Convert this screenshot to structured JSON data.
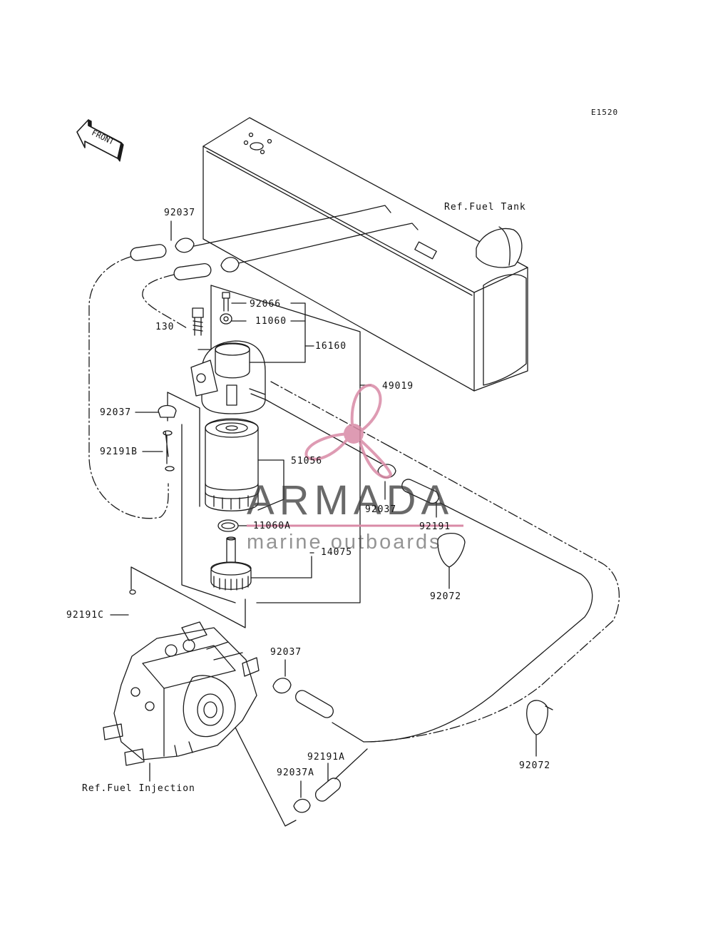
{
  "figure_code": "E1520",
  "front_marker": "FRONT",
  "refs": {
    "fuel_tank": "Ref.Fuel Tank",
    "fuel_injection": "Ref.Fuel Injection"
  },
  "labels": {
    "clamp_top": "92037",
    "bolt_92066": "92066",
    "washer_11060": "11060",
    "bolt_130": "130",
    "filter_head_16160": "16160",
    "pipe_49019": "49019",
    "clamp_left": "92037",
    "hose_92191B": "92191B",
    "element_51056": "51056",
    "clamp_right": "92037",
    "hose_92191": "92191",
    "oring_11060A": "11060A",
    "bowl_14075": "14075",
    "band_92072_a": "92072",
    "hose_92191C": "92191C",
    "clamp_pump": "92037",
    "hose_92191A": "92191A",
    "clamp_92037A": "92037A",
    "band_92072_b": "92072"
  },
  "watermark": {
    "name": "ARMADA",
    "tagline": "marine outboards",
    "accent_color": "#d98aa6"
  }
}
